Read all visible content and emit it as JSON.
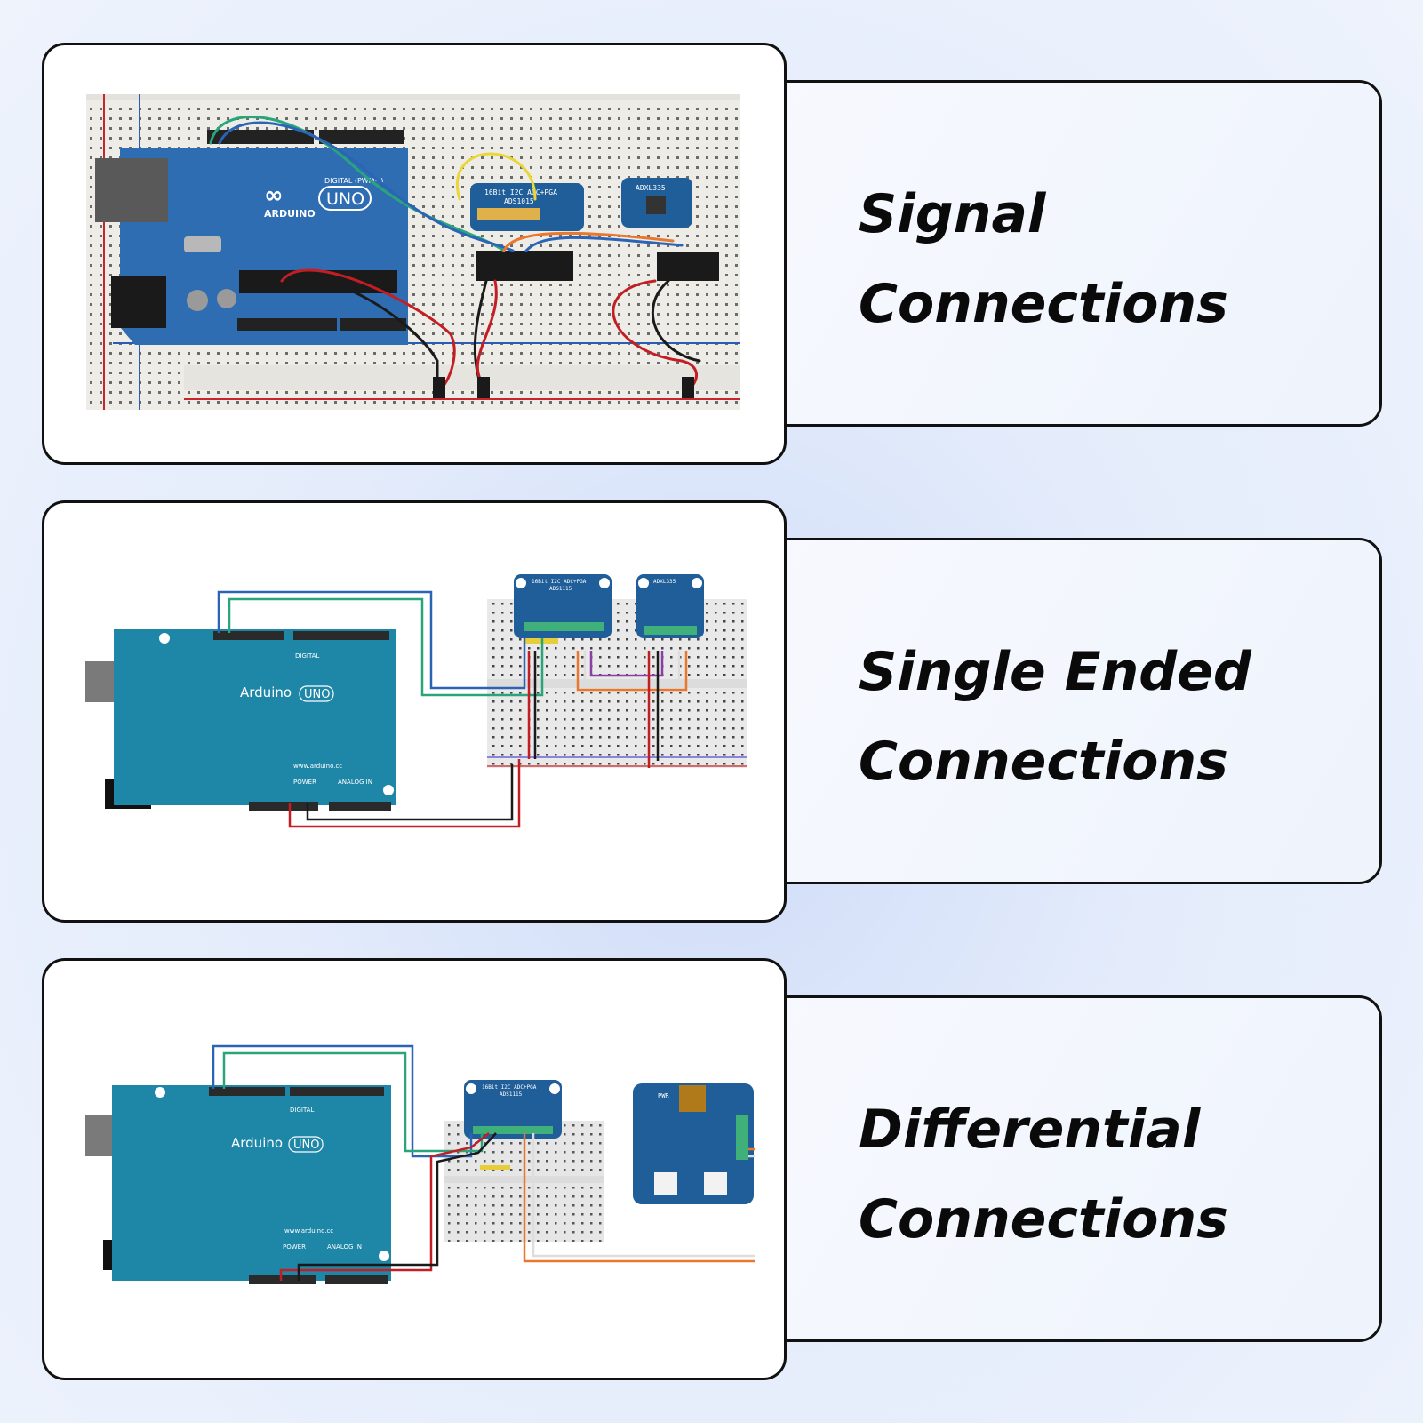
{
  "panels": [
    {
      "id": "signal",
      "title_line1": "Signal",
      "title_line2": "Connections",
      "board": {
        "name": "ARDUINO",
        "model": "UNO",
        "header": "DIGITAL (PWM~)"
      },
      "modules": [
        {
          "label_line1": "16Bit I2C ADC+PGA",
          "label_line2": "ADS1015"
        },
        {
          "label_line1": "ADXL335",
          "label_line2": ""
        }
      ]
    },
    {
      "id": "single-ended",
      "title_line1": "Single Ended",
      "title_line2": "Connections",
      "board": {
        "name": "Arduino",
        "model": "UNO",
        "header": "DIGITAL",
        "url": "www.arduino.cc",
        "power": "POWER",
        "analog": "ANALOG IN"
      },
      "modules": [
        {
          "label_line1": "16Bit I2C ADC+PGA",
          "label_line2": "ADS1115"
        },
        {
          "label_line1": "ADXL335",
          "label_line2": ""
        }
      ]
    },
    {
      "id": "differential",
      "title_line1": "Differential",
      "title_line2": "Connections",
      "board": {
        "name": "Arduino",
        "model": "UNO",
        "header": "DIGITAL",
        "url": "www.arduino.cc",
        "power": "POWER",
        "analog": "ANALOG IN"
      },
      "modules": [
        {
          "label_line1": "16Bit I2C ADC+PGA",
          "label_line2": "ADS1115"
        },
        {
          "label_line1": "PWR",
          "label_line2": ""
        }
      ]
    }
  ],
  "colors": {
    "arduino_blue": "#2f6db3",
    "schematic_teal": "#1e86a6",
    "module_blue": "#1f5e98",
    "wire_red": "#c21e23",
    "wire_black": "#1a1a1a",
    "wire_blue": "#2b64b7",
    "wire_green": "#2aa57a",
    "wire_orange": "#e8782f",
    "wire_purple": "#8b3fa5",
    "wire_yellow": "#e9d63a"
  }
}
